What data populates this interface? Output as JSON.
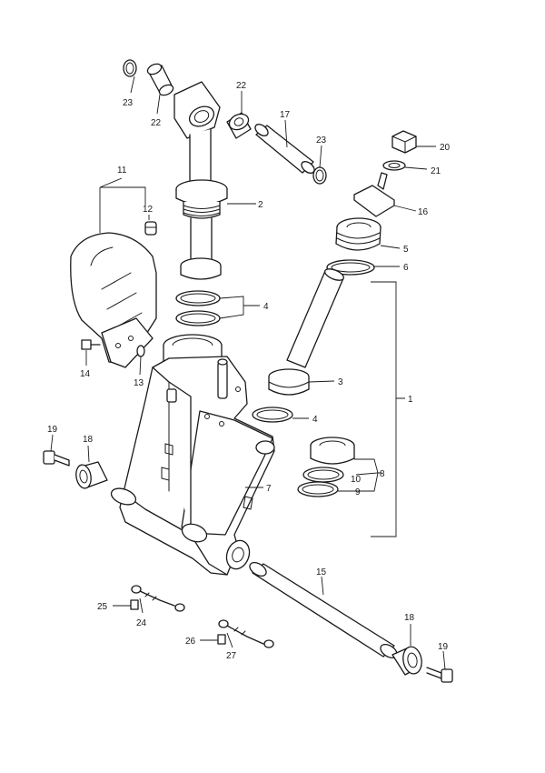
{
  "diagram": {
    "line_color": "#1a1a1a",
    "background": "#ffffff",
    "callouts": {
      "c1": "1",
      "c2": "2",
      "c3": "3",
      "c4a": "4",
      "c4b": "4",
      "c5": "5",
      "c6": "6",
      "c7": "7",
      "c8": "8",
      "c9": "9",
      "c10": "10",
      "c11": "11",
      "c12": "12",
      "c13": "13",
      "c14": "14",
      "c15": "15",
      "c16": "16",
      "c17": "17",
      "c18a": "18",
      "c18b": "18",
      "c19a": "19",
      "c19b": "19",
      "c20": "20",
      "c21": "21",
      "c22a": "22",
      "c22b": "22",
      "c23a": "23",
      "c23b": "23",
      "c24": "24",
      "c25": "25",
      "c26": "26",
      "c27": "27"
    }
  }
}
